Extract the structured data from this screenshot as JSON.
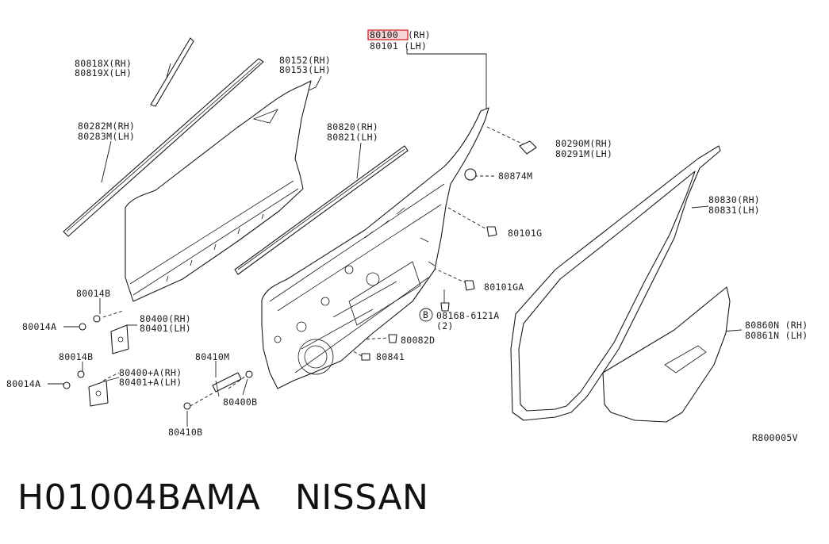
{
  "labels": {
    "p80100": "80100",
    "p80100_side": "(RH)",
    "p80101": "80101 (LH)",
    "p80818": "80818X(RH)",
    "p80819": "80819X(LH)",
    "p80152": "80152(RH)",
    "p80153": "80153(LH)",
    "p80282": "80282M(RH)",
    "p80283": "80283M(LH)",
    "p80820": "80820(RH)",
    "p80821": "80821(LH)",
    "p80290": "80290M(RH)",
    "p80291": "80291M(LH)",
    "p80874": "80874M",
    "p80101G": "80101G",
    "p80830": "80830(RH)",
    "p80831": "80831(LH)",
    "p80101GA": "80101GA",
    "p08168": "08168-6121A",
    "p08168_qty": "(2)",
    "p08168_circle": "B",
    "p80082": "80082D",
    "p80841": "80841",
    "p80860": "80860N (RH)",
    "p80861": "80861N (LH)",
    "p80014B_1": "80014B",
    "p80014A_1": "80014A",
    "p80400": "80400(RH)",
    "p80401": "80401(LH)",
    "p80014B_2": "80014B",
    "p80014A_2": "80014A",
    "p80400A": "80400+A(RH)",
    "p80401A": "80401+A(LH)",
    "p80410M": "80410M",
    "p80400B": "80400B",
    "p80410B": "80410B",
    "ref": "R800005V"
  },
  "footer": {
    "part_number": "H01004BAMA",
    "brand": "NISSAN"
  },
  "colors": {
    "highlight": "#d9322e"
  }
}
